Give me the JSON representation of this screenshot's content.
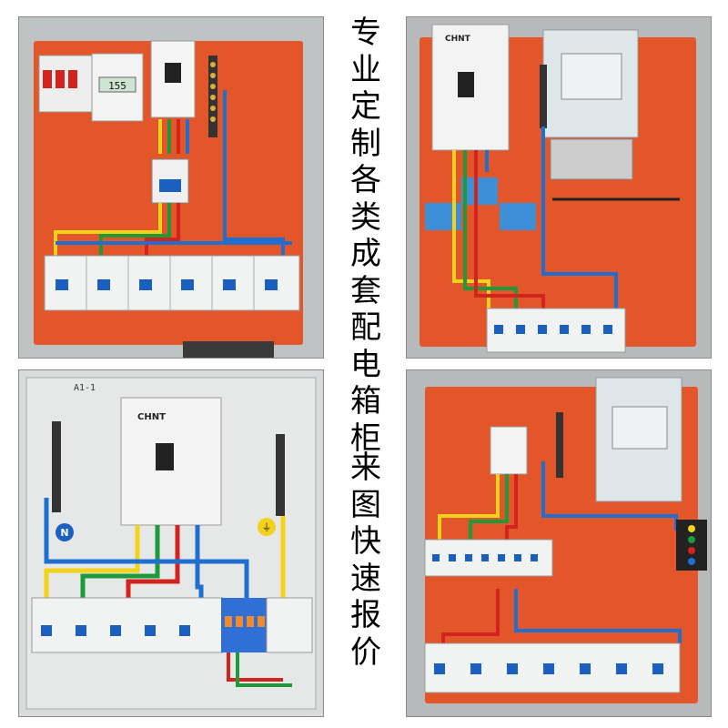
{
  "headline": {
    "chars": [
      "专",
      "业",
      "定",
      "制",
      "各",
      "类",
      "成",
      "套",
      "配",
      "电",
      "箱",
      "柜"
    ]
  },
  "call_to_action": {
    "chars": [
      "来",
      "图",
      "快",
      "速",
      "报",
      "价"
    ]
  },
  "photos": {
    "top_left": {
      "meter_reading": "155"
    },
    "top_right": {
      "breaker_brand": "CHNT"
    },
    "bottom_left": {
      "cabinet_tag": "A1-1",
      "breaker_brand": "CHNT",
      "neutral_symbol": "N",
      "ground_symbol": "⏚"
    },
    "bottom_right": {}
  },
  "colors": {
    "backplate_orange": "#e2562a",
    "cabinet_grey": "#c3c6c6",
    "wire_blue": "#1f6fd0",
    "wire_yellow": "#f2d21b",
    "wire_green": "#1e9a3a",
    "wire_red": "#d2231f",
    "breaker_white": "#f1f2f2",
    "handle_blue": "#1b5fc0"
  }
}
